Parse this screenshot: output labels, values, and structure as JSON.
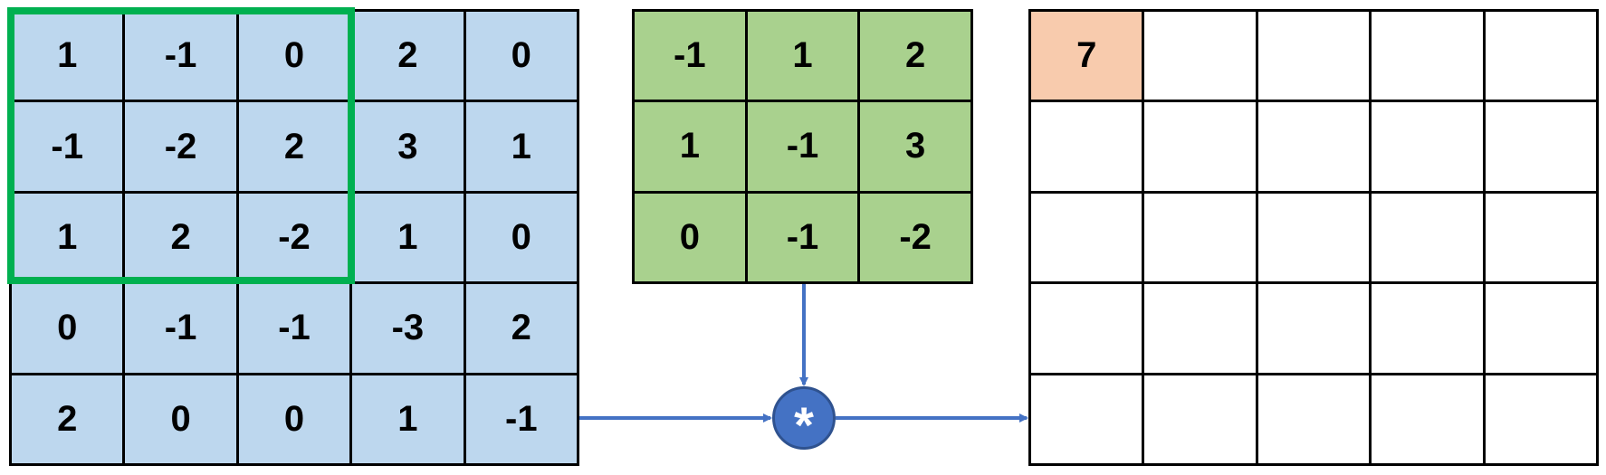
{
  "input_matrix": [
    [
      "1",
      "-1",
      "0",
      "2",
      "0"
    ],
    [
      "-1",
      "-2",
      "2",
      "3",
      "1"
    ],
    [
      "1",
      "2",
      "-2",
      "1",
      "0"
    ],
    [
      "0",
      "-1",
      "-1",
      "-3",
      "2"
    ],
    [
      "2",
      "0",
      "0",
      "1",
      "-1"
    ]
  ],
  "kernel_matrix": [
    [
      "-1",
      "1",
      "2"
    ],
    [
      "1",
      "-1",
      "3"
    ],
    [
      "0",
      "-1",
      "-2"
    ]
  ],
  "output_matrix": [
    [
      "7",
      "",
      "",
      "",
      ""
    ],
    [
      "",
      "",
      "",
      "",
      ""
    ],
    [
      "",
      "",
      "",
      "",
      ""
    ],
    [
      "",
      "",
      "",
      "",
      ""
    ],
    [
      "",
      "",
      "",
      "",
      ""
    ]
  ],
  "operator_symbol": "*",
  "colors": {
    "input_fill": "#bdd7ee",
    "kernel_fill": "#a9d18e",
    "output_filled_cell": "#f8cbad",
    "window_highlight": "#00b050",
    "arrow": "#4472c4",
    "operator_fill": "#4472c4"
  }
}
